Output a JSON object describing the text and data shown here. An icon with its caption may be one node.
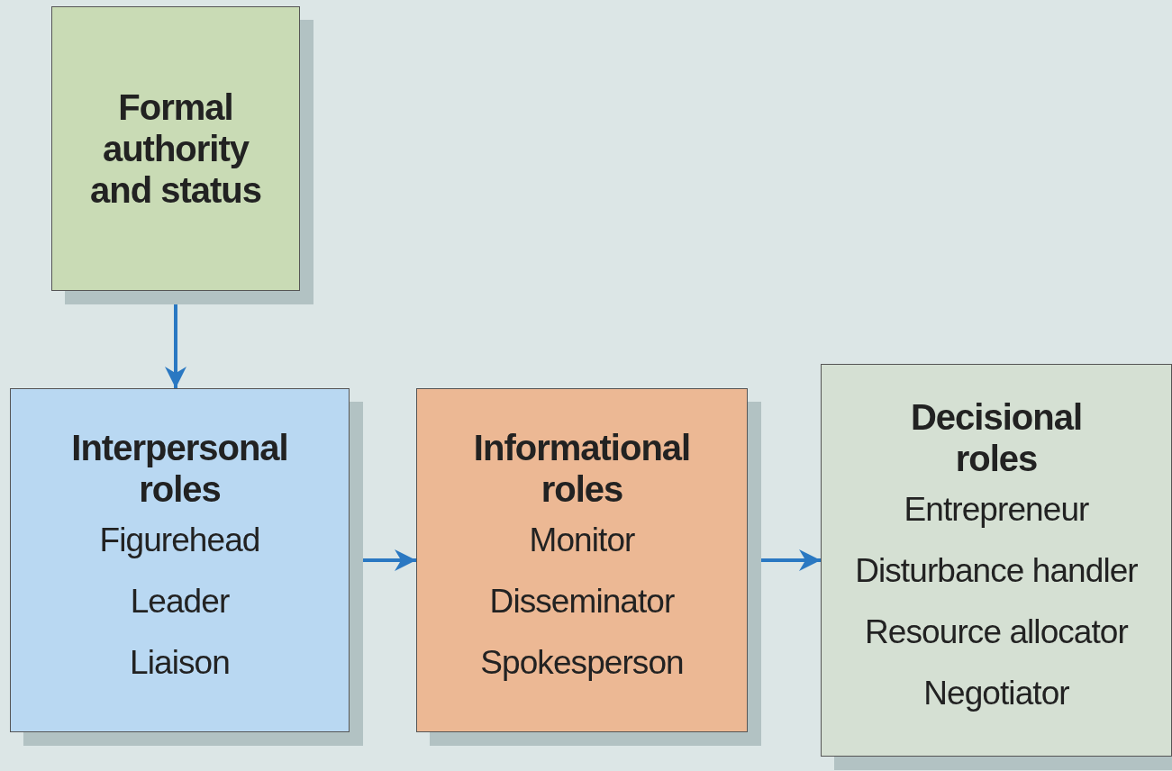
{
  "diagram": {
    "nodes": [
      {
        "text": [
          "Formal authority and status"
        ]
      },
      {
        "text": [
          "Interpersonal roles",
          "Figurehead",
          "Leader",
          "Liaison"
        ]
      },
      {
        "text": [
          "Informational roles",
          "Monitor",
          "Disseminator",
          "Spokesperson"
        ]
      },
      {
        "text": [
          "Decisional roles",
          "Entrepreneur",
          "Disturbance handler",
          "Resource allocator",
          "Negotiator"
        ]
      }
    ],
    "edges": [
      {
        "from": 0,
        "to": 1,
        "arrow": "to"
      },
      {
        "from": 1,
        "to": 2,
        "arrow": "to"
      },
      {
        "from": 2,
        "to": 3,
        "arrow": "to"
      }
    ]
  }
}
